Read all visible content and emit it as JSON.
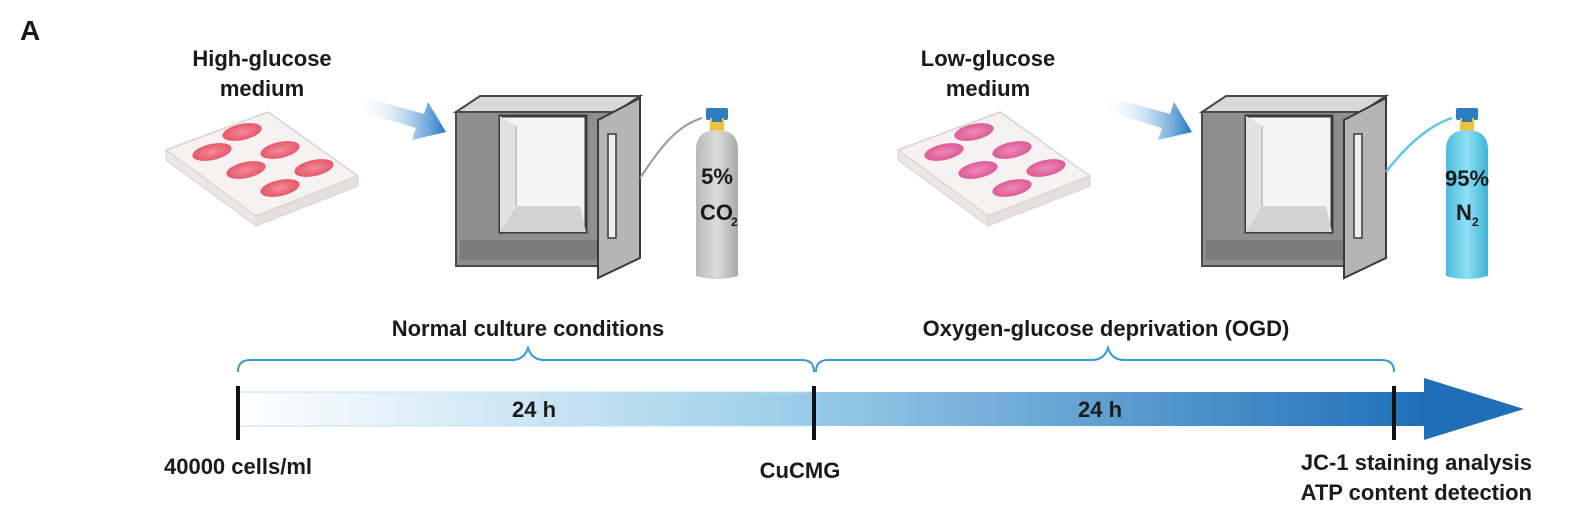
{
  "panel_label": "A",
  "stage1": {
    "medium_line1": "High-glucose",
    "medium_line2": "medium",
    "gas_percent": "5%",
    "gas_formula": "CO",
    "gas_subscript": "2"
  },
  "stage2": {
    "medium_line1": "Low-glucose",
    "medium_line2": "medium",
    "gas_percent": "95%",
    "gas_formula": "N",
    "gas_subscript": "2"
  },
  "timeline": {
    "phase1_label": "Normal culture conditions",
    "phase2_label": "Oxygen-glucose deprivation (OGD)",
    "phase1_duration": "24 h",
    "phase2_duration": "24 h",
    "start_label": "40000 cells/ml",
    "mid_label": "CuCMG",
    "end_label_line1": "JC-1 staining analysis",
    "end_label_line2": "ATP content detection"
  },
  "colors": {
    "arrow_blue": "#1f6fb8",
    "bracket_blue": "#3a9ad6",
    "co2_cylinder": "#c9c9c9",
    "n2_cylinder": "#5cc8e6",
    "high_glucose_well": "#e8566a",
    "low_glucose_well": "#e0649a"
  }
}
